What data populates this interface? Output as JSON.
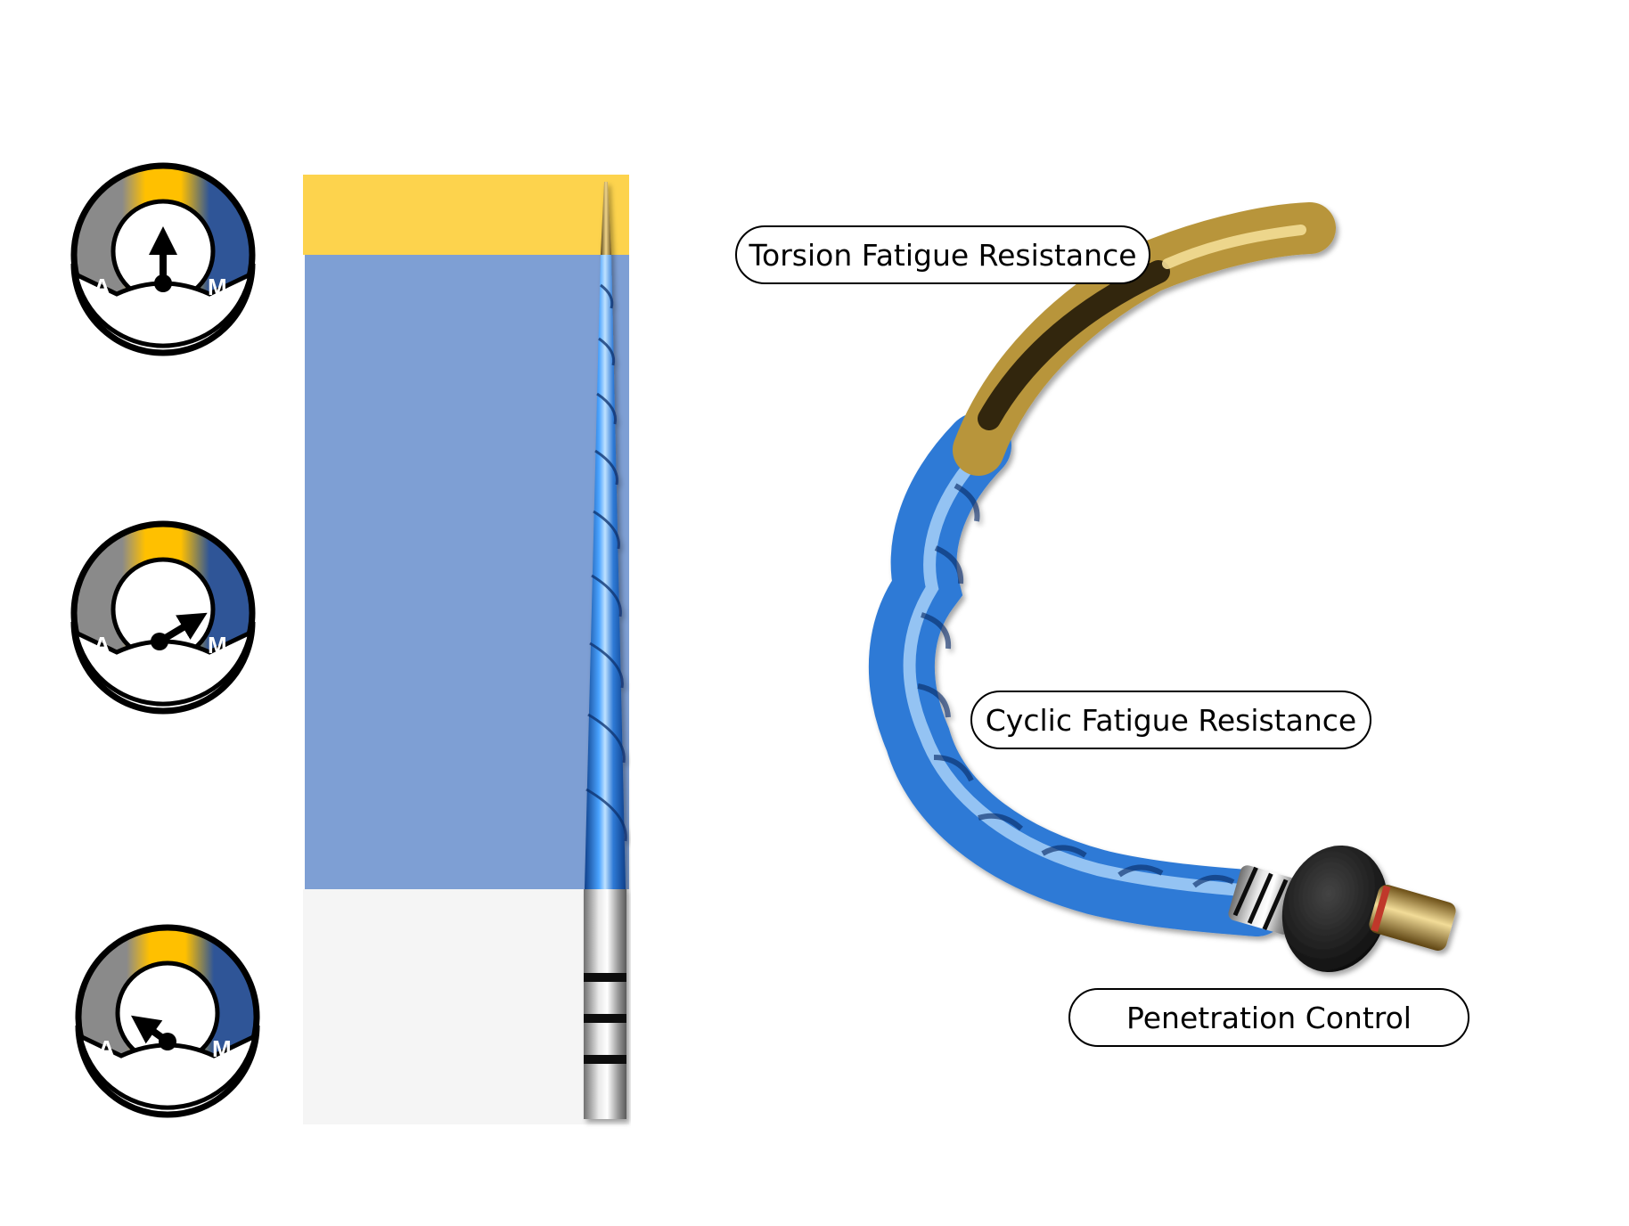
{
  "gauges": [
    {
      "id": "top",
      "left_letter": "A",
      "right_letter": "M",
      "needle": "up"
    },
    {
      "id": "middle",
      "left_letter": "A",
      "right_letter": "M",
      "needle": "right"
    },
    {
      "id": "bottom",
      "left_letter": "A",
      "right_letter": "M",
      "needle": "left"
    }
  ],
  "labels": {
    "torsion": "Torsion Fatigue Resistance",
    "cyclic": "Cyclic Fatigue Resistance",
    "penetration": "Penetration Control"
  },
  "colors": {
    "gold_zone": "#fdd34d",
    "blue_zone": "#7e9fd4",
    "shank_zone": "#f5f5f5",
    "gauge_gray": "#8a8a8a",
    "gauge_gold": "#ffc000",
    "gauge_blue": "#2f5597",
    "file_blue": "#2f7ad6",
    "file_gold": "#b8953a"
  }
}
